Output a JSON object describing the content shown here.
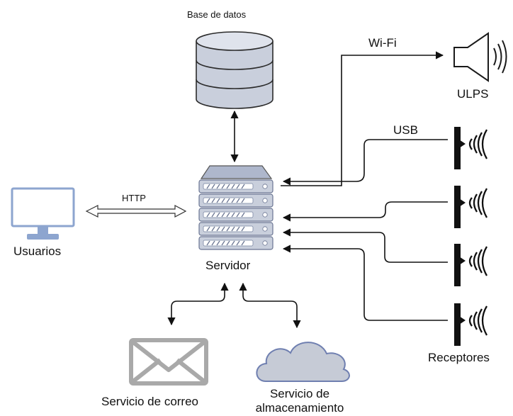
{
  "labels": {
    "database": "Base de datos",
    "wifi": "Wi-Fi",
    "ulps": "ULPS",
    "usb": "USB",
    "http": "HTTP",
    "users": "Usuarios",
    "server": "Servidor",
    "receivers": "Receptores",
    "mail_service": "Servicio de correo",
    "storage_service_line1": "Servicio de",
    "storage_service_line2": "almacenamiento"
  },
  "colors": {
    "database_fill": "#c9cfdc",
    "server_fill": "#c9cfdc",
    "monitor_stroke": "#8da5cf",
    "cloud_fill": "#c6cbd6",
    "cloud_stroke": "#6f7fb0",
    "envelope_stroke": "#a9a9a9",
    "line": "#111111"
  }
}
